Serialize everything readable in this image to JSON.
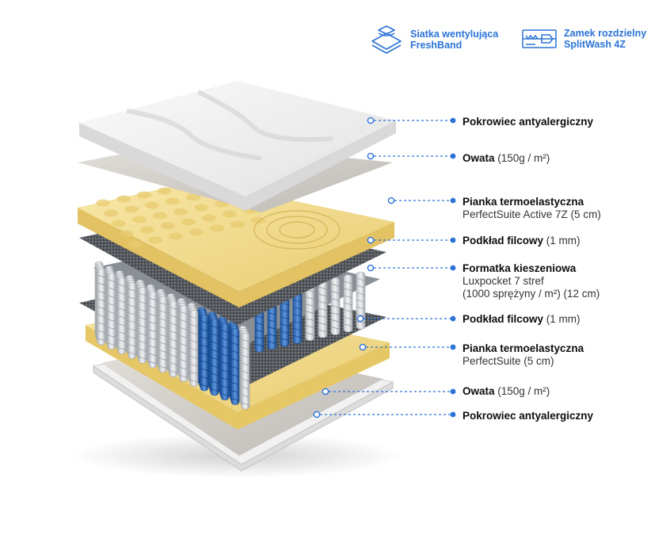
{
  "features": [
    {
      "icon": "layers-icon",
      "line1": "Siatka wentylująca",
      "line2": "FreshBand"
    },
    {
      "icon": "zipper-icon",
      "line1": "Zamek rozdzielny",
      "line2": "SplitWash 4Z"
    }
  ],
  "layers": [
    {
      "title": "Pokrowiec antyalergiczny",
      "detail": "",
      "lines": []
    },
    {
      "title": "Owata",
      "detail": "(150g / m²)",
      "lines": []
    },
    {
      "title": "Pianka termoelastyczna",
      "detail": "",
      "lines": [
        "PerfectSuite Active 7Z (5 cm)"
      ]
    },
    {
      "title": "Podkład filcowy",
      "detail": "(1 mm)",
      "lines": []
    },
    {
      "title": "Formatka kieszeniowa",
      "detail": "",
      "lines": [
        "Luxpocket 7 stref",
        "(1000 sprężyny / m²) (12 cm)"
      ]
    },
    {
      "title": "Podkład filcowy",
      "detail": "(1 mm)",
      "lines": []
    },
    {
      "title": "Pianka termoelastyczna",
      "detail": "",
      "lines": [
        "PerfectSuite (5 cm)"
      ]
    },
    {
      "title": "Owata",
      "detail": "(150g / m²)",
      "lines": []
    },
    {
      "title": "Pokrowiec antyalergiczny",
      "detail": "",
      "lines": []
    }
  ],
  "colors": {
    "accent": "#2b73d6",
    "foam": "#f0d98a",
    "felt": "#555a60",
    "cover": "#f4f4f4",
    "wadding": "#d3d0cc",
    "spring_blue": "#2f6fc2"
  }
}
